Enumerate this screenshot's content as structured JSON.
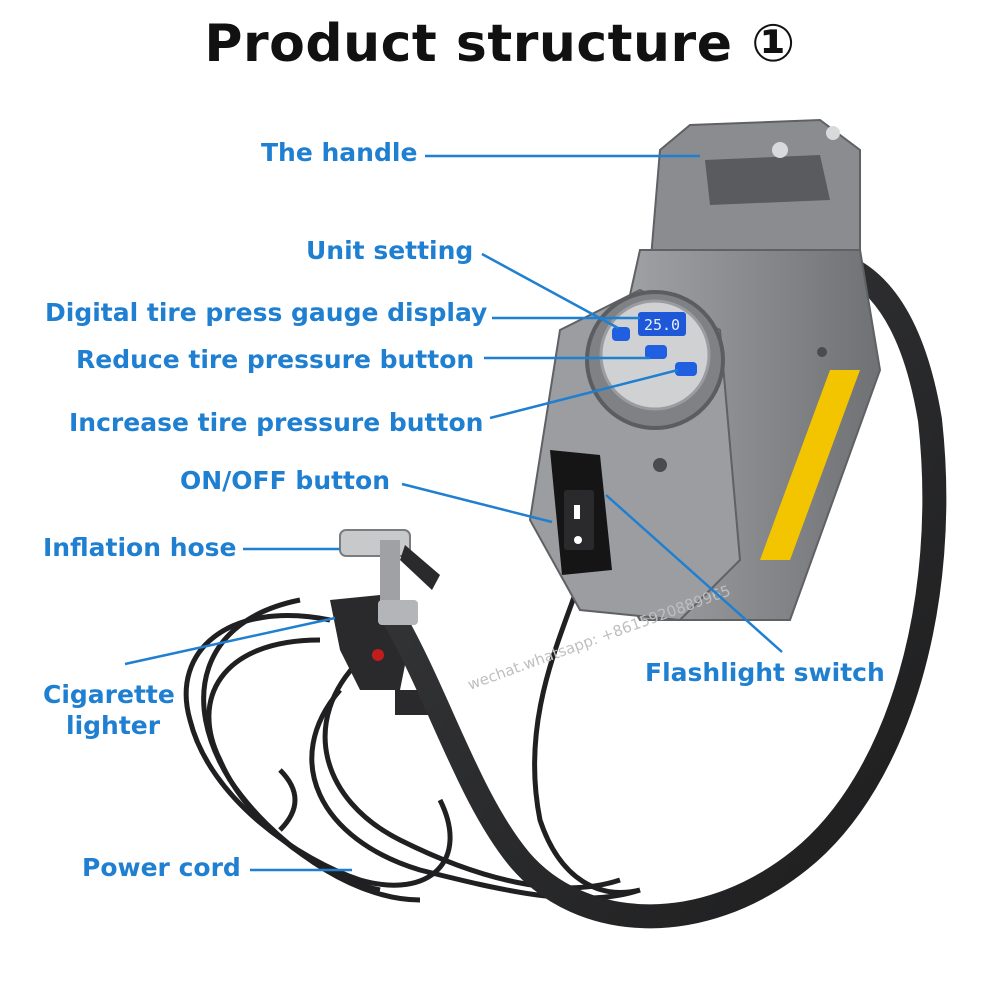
{
  "title": "Product structure ①",
  "labels": {
    "handle": "The handle",
    "unit_setting": "Unit setting",
    "gauge_display": "Digital tire press gauge display",
    "reduce_button": "Reduce tire pressure button",
    "increase_button": "Increase tire pressure button",
    "onoff_button": "ON/OFF button",
    "inflation_hose": "Inflation hose",
    "cigarette_line1": "Cigarette",
    "cigarette_line2": "lighter",
    "flashlight_switch": "Flashlight switch",
    "power_cord": "Power cord"
  },
  "display_readout": "25.0",
  "watermark": "wechat.whatsapp: +8615920889965",
  "colors": {
    "label": "#1f7fd0",
    "title": "#111111",
    "body": "#8a8c8f",
    "accent": "#f2c500",
    "display": "#1e58d8"
  }
}
